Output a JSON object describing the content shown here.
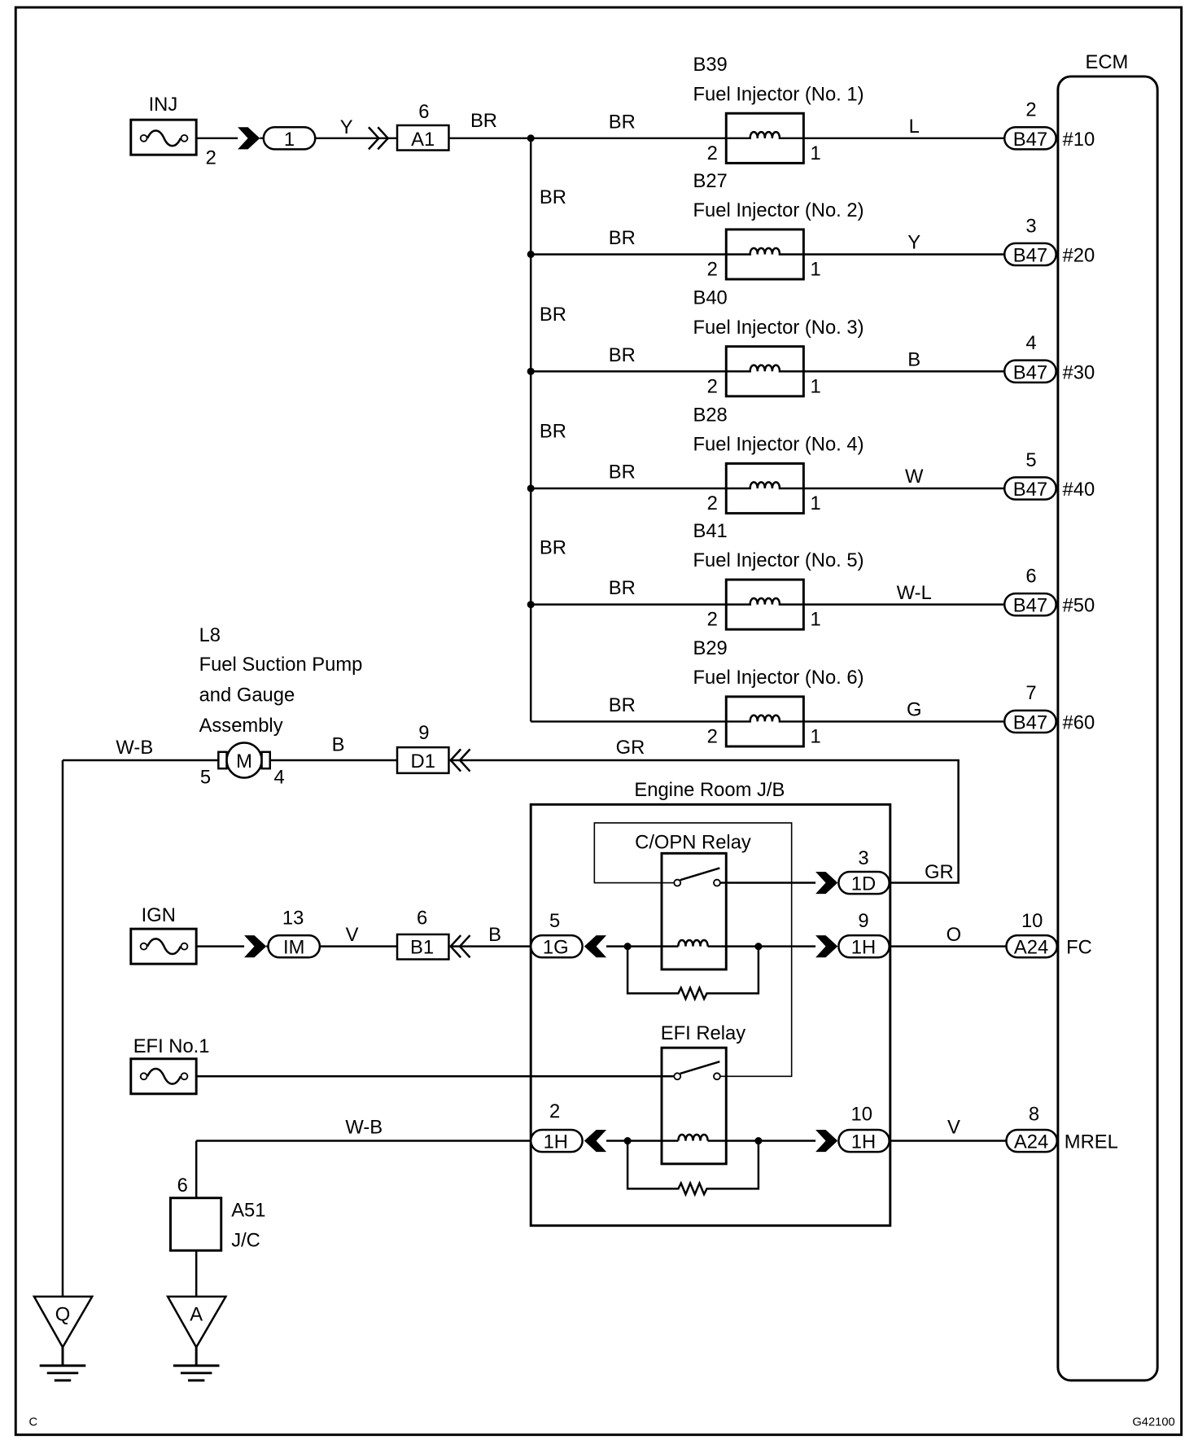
{
  "ecm": {
    "label": "ECM"
  },
  "inj_feed": {
    "fuse_label": "INJ",
    "fuse_pin": "2",
    "connector_1_label": "1",
    "wire_1": "Y",
    "connector_a1_label": "A1",
    "connector_a1_pin": "6",
    "wire_2": "BR"
  },
  "injectors": [
    {
      "code": "B39",
      "name": "Fuel Injector (No. 1)",
      "feed_wire": "BR",
      "pin_in": "2",
      "pin_out": "1",
      "signal_wire": "L",
      "ecm_pin": "2",
      "ecm_connector": "B47",
      "ecm_terminal": "#10"
    },
    {
      "code": "B27",
      "name": "Fuel Injector (No. 2)",
      "bus_wire": "BR",
      "feed_wire": "BR",
      "pin_in": "2",
      "pin_out": "1",
      "signal_wire": "Y",
      "ecm_pin": "3",
      "ecm_connector": "B47",
      "ecm_terminal": "#20"
    },
    {
      "code": "B40",
      "name": "Fuel Injector (No. 3)",
      "bus_wire": "BR",
      "feed_wire": "BR",
      "pin_in": "2",
      "pin_out": "1",
      "signal_wire": "B",
      "ecm_pin": "4",
      "ecm_connector": "B47",
      "ecm_terminal": "#30"
    },
    {
      "code": "B28",
      "name": "Fuel Injector (No. 4)",
      "bus_wire": "BR",
      "feed_wire": "BR",
      "pin_in": "2",
      "pin_out": "1",
      "signal_wire": "W",
      "ecm_pin": "5",
      "ecm_connector": "B47",
      "ecm_terminal": "#40"
    },
    {
      "code": "B41",
      "name": "Fuel Injector (No. 5)",
      "bus_wire": "BR",
      "feed_wire": "BR",
      "pin_in": "2",
      "pin_out": "1",
      "signal_wire": "W-L",
      "ecm_pin": "6",
      "ecm_connector": "B47",
      "ecm_terminal": "#50"
    },
    {
      "code": "B29",
      "name": "Fuel Injector (No. 6)",
      "feed_wire": "BR",
      "pin_in": "2",
      "pin_out": "1",
      "signal_wire": "G",
      "ecm_pin": "7",
      "ecm_connector": "B47",
      "ecm_terminal": "#60"
    }
  ],
  "pump": {
    "code": "L8",
    "name_line_1": "Fuel Suction Pump",
    "name_line_2": "and Gauge",
    "name_line_3": "Assembly",
    "symbol": "M",
    "pin_left": "5",
    "pin_right": "4",
    "ground_wire": "W-B",
    "feed_wire": "B",
    "connector_d1_label": "D1",
    "connector_d1_pin": "9",
    "relay_wire": "GR"
  },
  "ground_q": {
    "label": "Q"
  },
  "junction_block": {
    "label": "Engine Room J/B"
  },
  "copn_relay": {
    "label": "C/OPN Relay",
    "connector_label": "1D",
    "connector_pin": "3",
    "out_wire": "GR"
  },
  "ign_circuit": {
    "fuse_label": "IGN",
    "connector_im_label": "IM",
    "connector_im_pin": "13",
    "wire_1": "V",
    "connector_b1_label": "B1",
    "connector_b1_pin": "6",
    "wire_2": "B",
    "connector_1g_label": "1G",
    "connector_1g_pin": "5",
    "connector_1h_label": "1H",
    "connector_1h_pin": "9",
    "ecm_wire": "O",
    "ecm_connector": "A24",
    "ecm_pin": "10",
    "ecm_terminal": "FC"
  },
  "efi_relay": {
    "label": "EFI Relay"
  },
  "efi_fuse": {
    "label": "EFI No.1"
  },
  "mrel_circuit": {
    "left_connector_label": "1H",
    "left_connector_pin": "2",
    "ground_wire": "W-B",
    "right_connector_label": "1H",
    "right_connector_pin": "10",
    "ecm_wire": "V",
    "ecm_connector": "A24",
    "ecm_pin": "8",
    "ecm_terminal": "MREL"
  },
  "junction_connector": {
    "code": "A51",
    "type": "J/C",
    "pin": "6"
  },
  "ground_a": {
    "label": "A"
  },
  "footer": {
    "left_mark": "C",
    "figure_code": "G42100"
  }
}
